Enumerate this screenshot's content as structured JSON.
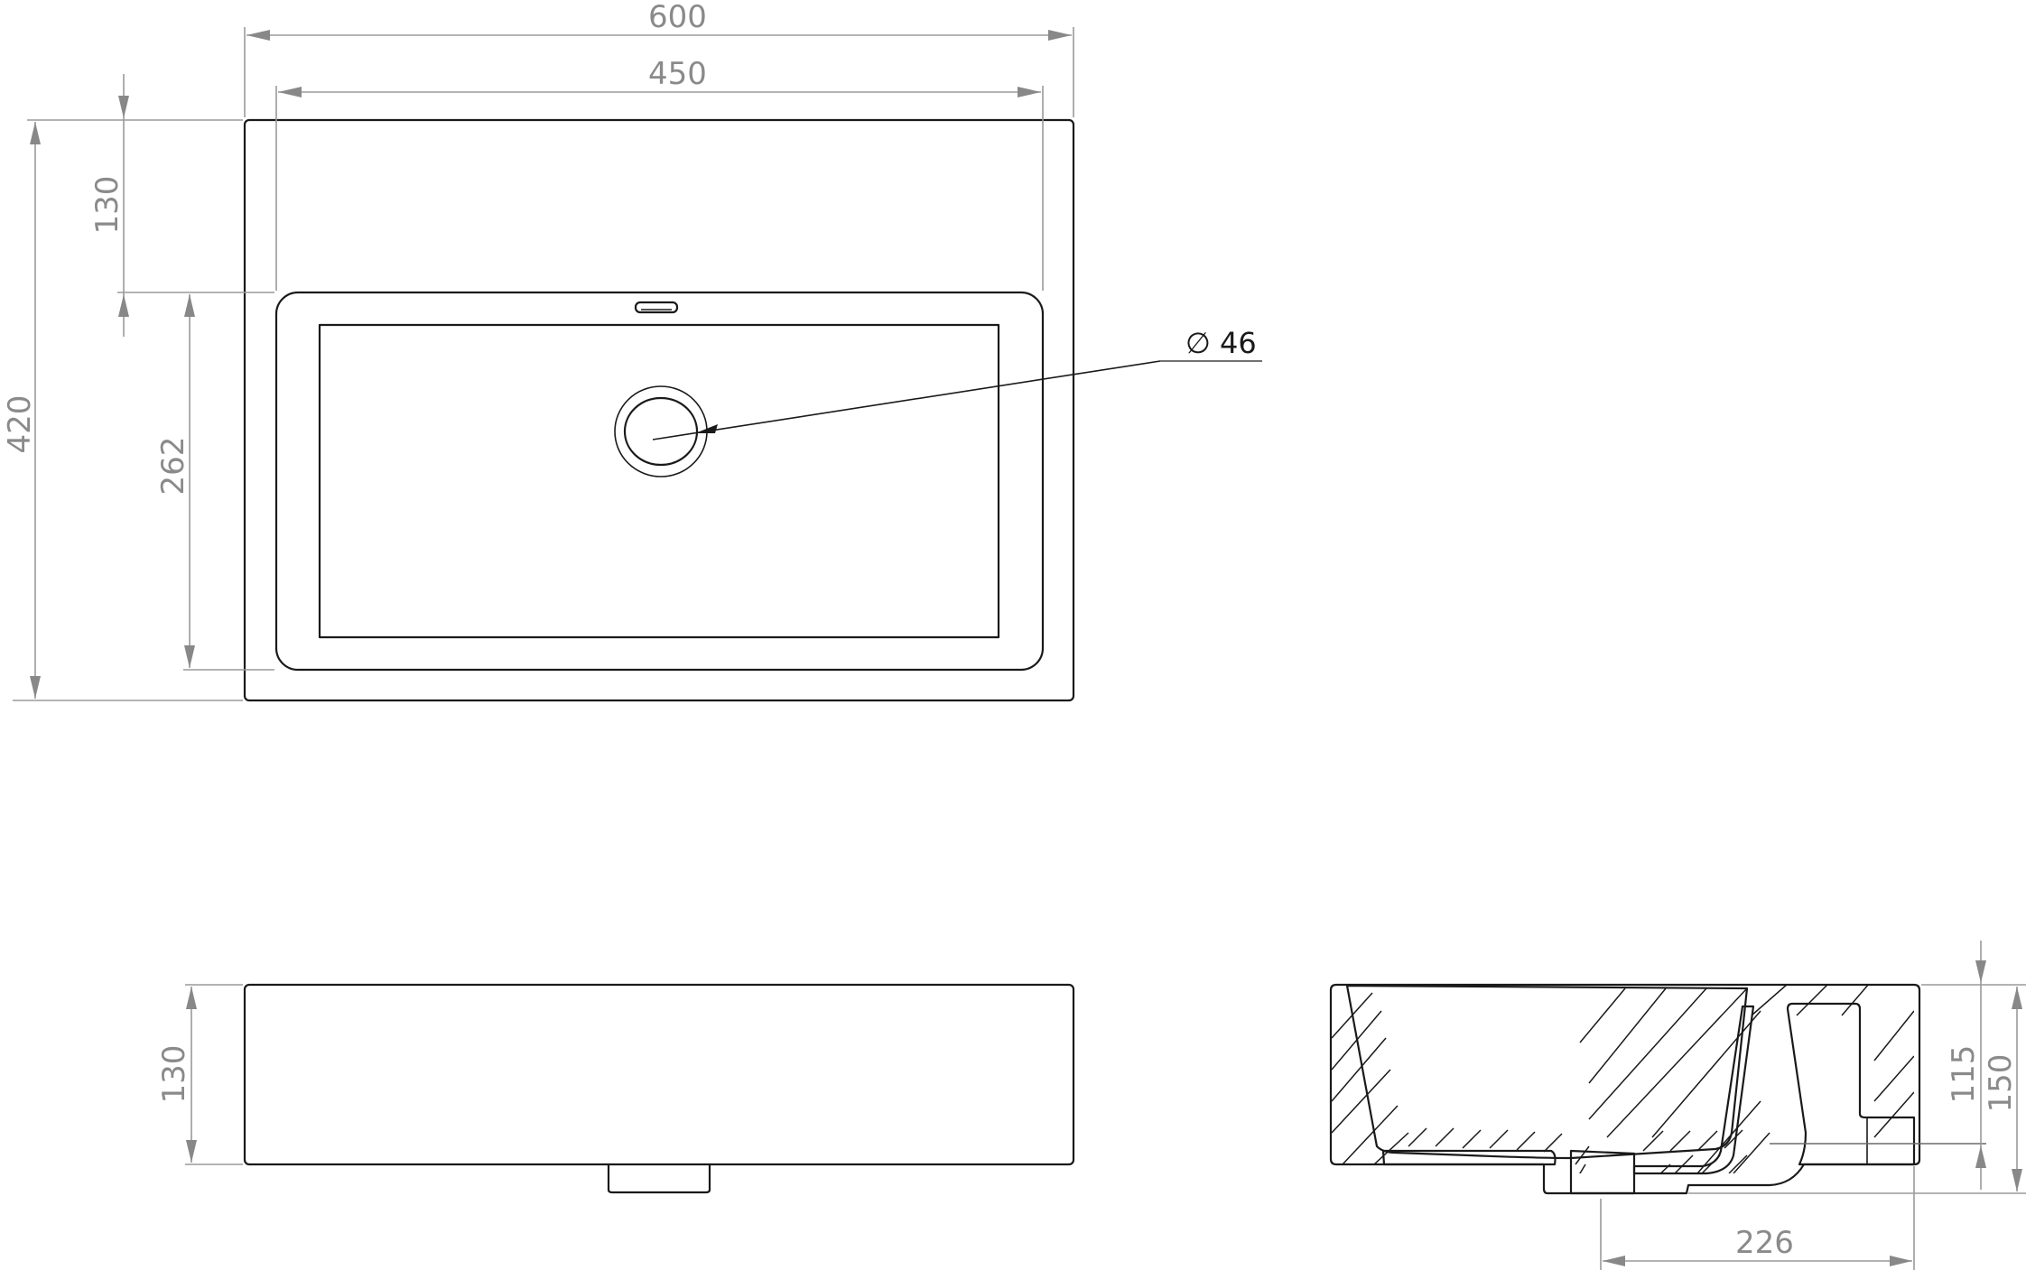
{
  "drawing": {
    "subject": "Rectangular washbasin technical drawing",
    "units": "mm",
    "colors": {
      "outline": "#1a1a1a",
      "dimension": "#8a8a8a",
      "background": "#ffffff"
    }
  },
  "top_view": {
    "dimensions": {
      "overall_width": "600",
      "basin_width": "450",
      "overall_depth": "420",
      "back_ledge_depth": "130",
      "basin_depth": "262"
    },
    "callout": {
      "symbol": "∅",
      "value": "46",
      "label": "∅ 46"
    }
  },
  "front_view": {
    "dimensions": {
      "height": "130"
    }
  },
  "section_view": {
    "dimensions": {
      "inner_height": "115",
      "overall_height": "150",
      "drain_offset": "226"
    }
  }
}
